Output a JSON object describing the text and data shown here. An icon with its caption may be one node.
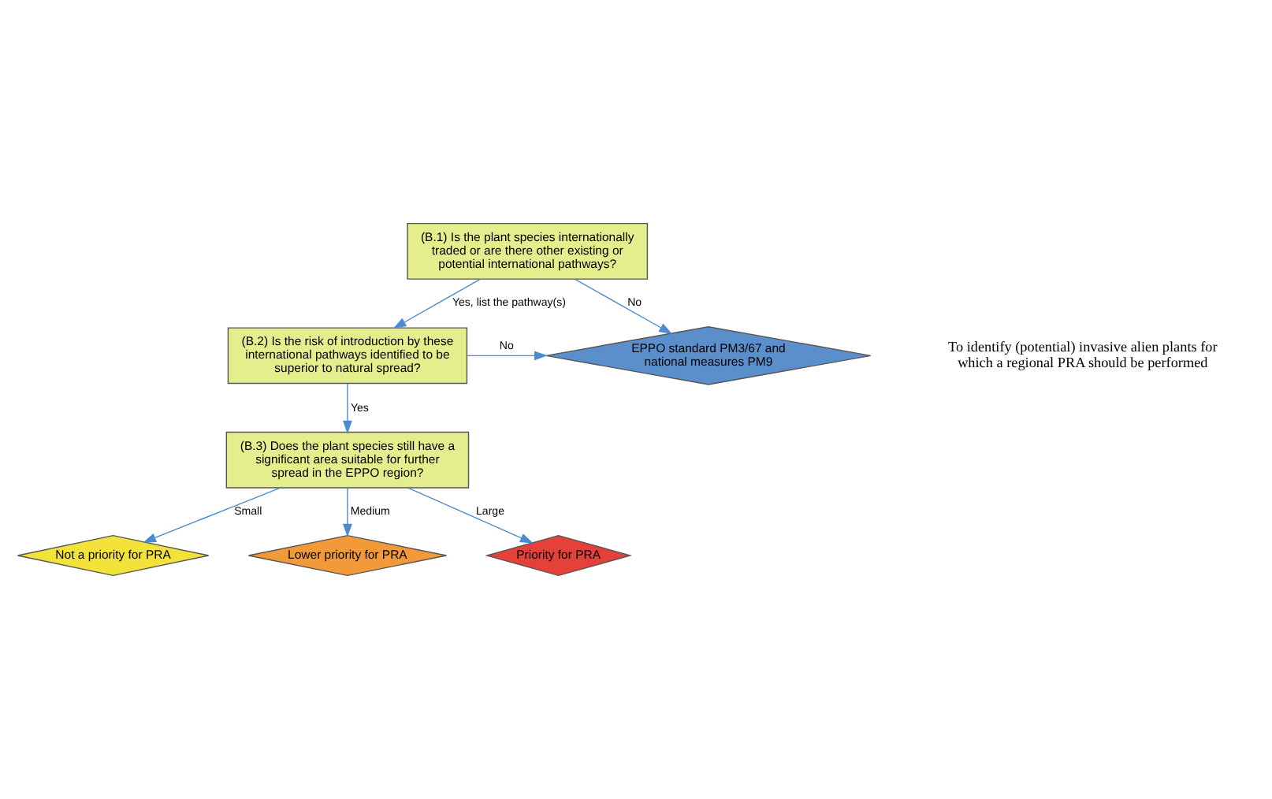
{
  "diagram": {
    "nodes": [
      {
        "text": [
          "(B.1) Is the plant species internationally traded or are there other existing or potential international pathways?"
        ]
      },
      {
        "text": [
          "(B.2) Is the risk of introduction by these international pathways identified to be superior to natural spread?"
        ]
      },
      {
        "text": [
          "(B.3) Does the plant species still have a significant area suitable for further spread in the EPPO region?"
        ]
      },
      {
        "text": [
          "EPPO standard PM3/67 and national measures PM9"
        ]
      },
      {
        "text": [
          "Not a priority for PRA"
        ]
      },
      {
        "text": [
          "Lower priority for PRA"
        ]
      },
      {
        "text": [
          "Priority for PRA"
        ]
      }
    ],
    "edges": [
      {
        "from": 0,
        "to": 3,
        "arrow": "to",
        "label": "No"
      },
      {
        "from": 0,
        "to": 1,
        "arrow": "to",
        "label": "Yes, list the pathway(s)"
      },
      {
        "from": 1,
        "to": 3,
        "arrow": "to",
        "label": "No"
      },
      {
        "from": 1,
        "to": 2,
        "arrow": "to",
        "label": "Yes"
      },
      {
        "from": 2,
        "to": 4,
        "arrow": "to",
        "label": "Small"
      },
      {
        "from": 2,
        "to": 5,
        "arrow": "to",
        "label": "Medium"
      },
      {
        "from": 2,
        "to": 6,
        "arrow": "to",
        "label": "Large"
      }
    ],
    "labels": [
      "To identify (potential) invasive alien plants for which a regional PRA should be performed"
    ]
  }
}
